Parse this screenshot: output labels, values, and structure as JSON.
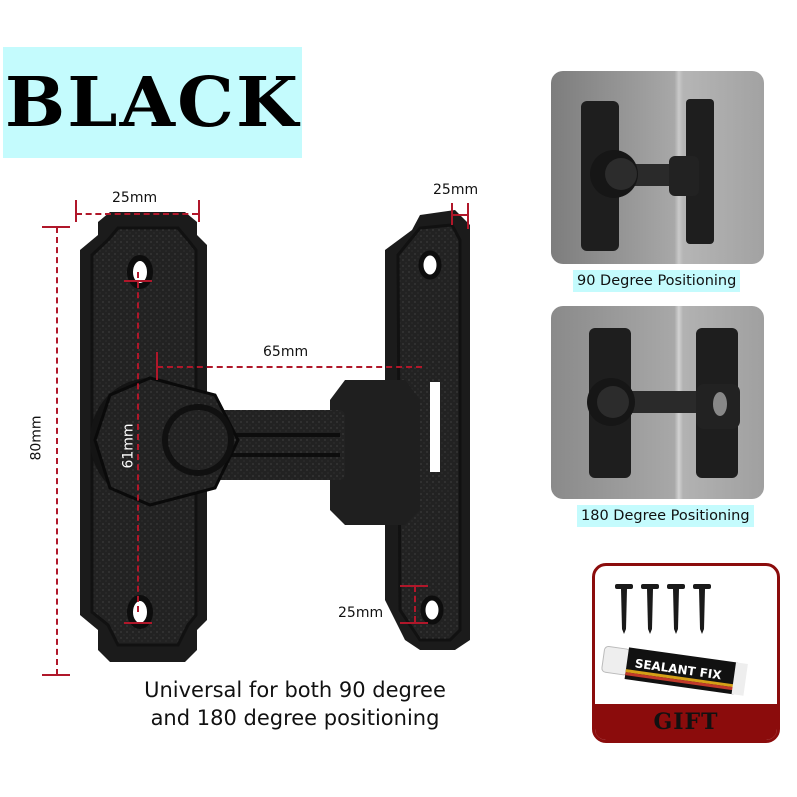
{
  "title": {
    "text": "BLACK",
    "background": "#c4fbfd"
  },
  "dimensions": {
    "plate_width_top": "25mm",
    "plate_width_right": "25mm",
    "bar_length": "65mm",
    "hole_spacing": "61mm",
    "plate_height": "80mm",
    "keeper_slot": "25mm",
    "line_color": "#b0172a"
  },
  "product": {
    "name": "black swing bar latch",
    "color": "#1e1e1e"
  },
  "description": {
    "line1": "Universal for both 90 degree",
    "line2": "and 180 degree positioning"
  },
  "thumbnails": [
    {
      "caption": "90 Degree Positioning"
    },
    {
      "caption": "180 Degree Positioning"
    }
  ],
  "gift": {
    "label": "GIFT",
    "items": {
      "screws": 4,
      "tube_label": "SEALANT FIX"
    },
    "accent": "#8b0c0c"
  }
}
